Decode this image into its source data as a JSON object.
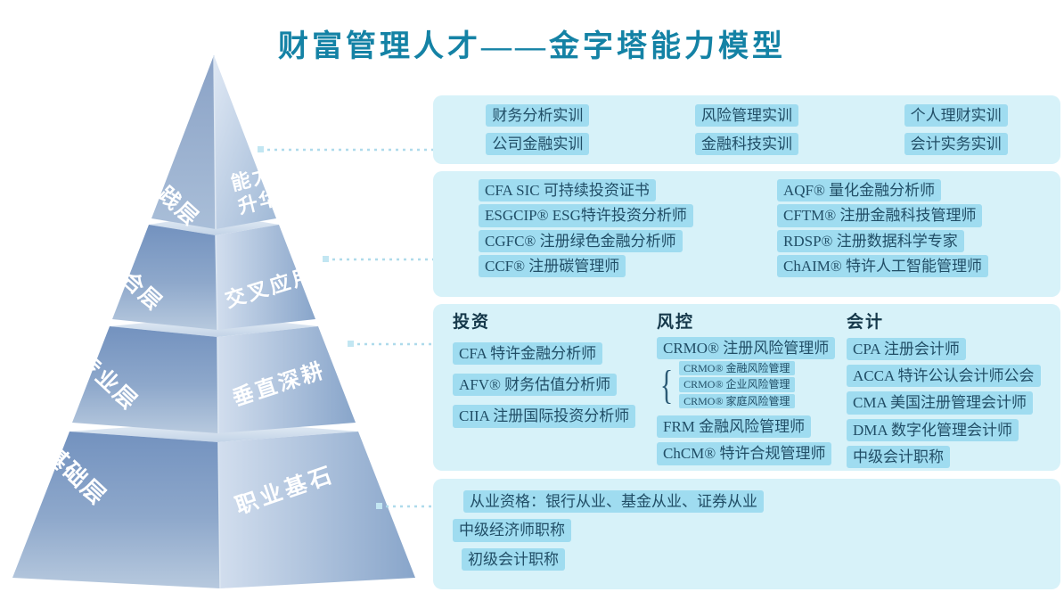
{
  "title": "财富管理人才——金字塔能力模型",
  "pyramid": {
    "layers": [
      {
        "left_label": "实践层",
        "right_label_lines": [
          "能力",
          "升华"
        ]
      },
      {
        "left_label": "融合层",
        "right_label": "交叉应用"
      },
      {
        "left_label": "专业层",
        "right_label": "垂直深耕"
      },
      {
        "left_label": "基础层",
        "right_label": "职业基石"
      }
    ]
  },
  "panels": {
    "practice": {
      "items": [
        "财务分析实训",
        "风险管理实训",
        "个人理财实训",
        "公司金融实训",
        "金融科技实训",
        "会计实务实训"
      ]
    },
    "fusion": {
      "left_items": [
        "CFA SIC 可持续投资证书",
        "ESGCIP® ESG特许投资分析师",
        "CGFC® 注册绿色金融分析师",
        "CCF® 注册碳管理师"
      ],
      "right_items": [
        "AQF® 量化金融分析师",
        "CFTM® 注册金融科技管理师",
        "RDSP® 注册数据科学专家",
        "ChAIM® 特许人工智能管理师"
      ]
    },
    "professional": {
      "investment": {
        "header": "投资",
        "items": [
          "CFA 特许金融分析师",
          "AFV® 财务估值分析师",
          "CIIA 注册国际投资分析师"
        ]
      },
      "risk": {
        "header": "风控",
        "items": [
          "CRMO® 注册风险管理师",
          "FRM 金融风险管理师",
          "ChCM® 特许合规管理师"
        ],
        "sub_items": [
          "CRMO® 金融风险管理",
          "CRMO® 企业风险管理",
          "CRMO® 家庭风险管理"
        ]
      },
      "accounting": {
        "header": "会计",
        "items": [
          "CPA 注册会计师",
          "ACCA 特许公认会计师公会",
          "CMA 美国注册管理会计师",
          "DMA 数字化管理会计师",
          "中级会计职称"
        ]
      }
    },
    "foundation": {
      "items": [
        "从业资格：银行从业、基金从业、证券从业",
        "中级经济师职称",
        "初级会计职称"
      ]
    }
  },
  "colors": {
    "title": "#1482a5",
    "panel_bg": "#d7f2f9",
    "chip_bg": "#9fdcf0",
    "chip_text": "#214e66",
    "pyramid_left_face": "#8ea8cb",
    "pyramid_right_face": "#aec3dd",
    "connector": "#aedaeb"
  }
}
